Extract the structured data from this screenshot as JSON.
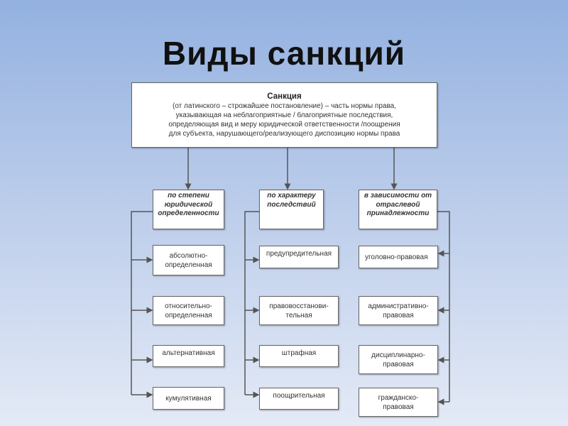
{
  "title": "Виды санкций",
  "root": {
    "heading": "Санкция",
    "lines": [
      "(от латинского – строжайшее постановление) – часть нормы права,",
      "указывающая на неблагоприятные / благоприятные последствия,",
      "определяющая вид и меру юридической ответственности /поощрения",
      "для субъекта, нарушающего/реализующего диспозицию нормы права"
    ]
  },
  "categories": [
    {
      "label": "по степени юридической определенности",
      "items": [
        "абсолютно-определенная",
        "относительно-определенная",
        "альтернативная",
        "кумулятивная"
      ]
    },
    {
      "label": "по характеру последствий",
      "items": [
        "предупредительная",
        "правовосстанови-тельная",
        "штрафная",
        "поощрительная"
      ]
    },
    {
      "label": "в зависимости от отраслевой принадлежности",
      "items": [
        "уголовно-правовая",
        "административно-правовая",
        "дисциплинарно-правовая",
        "гражданско-правовая"
      ]
    }
  ]
}
